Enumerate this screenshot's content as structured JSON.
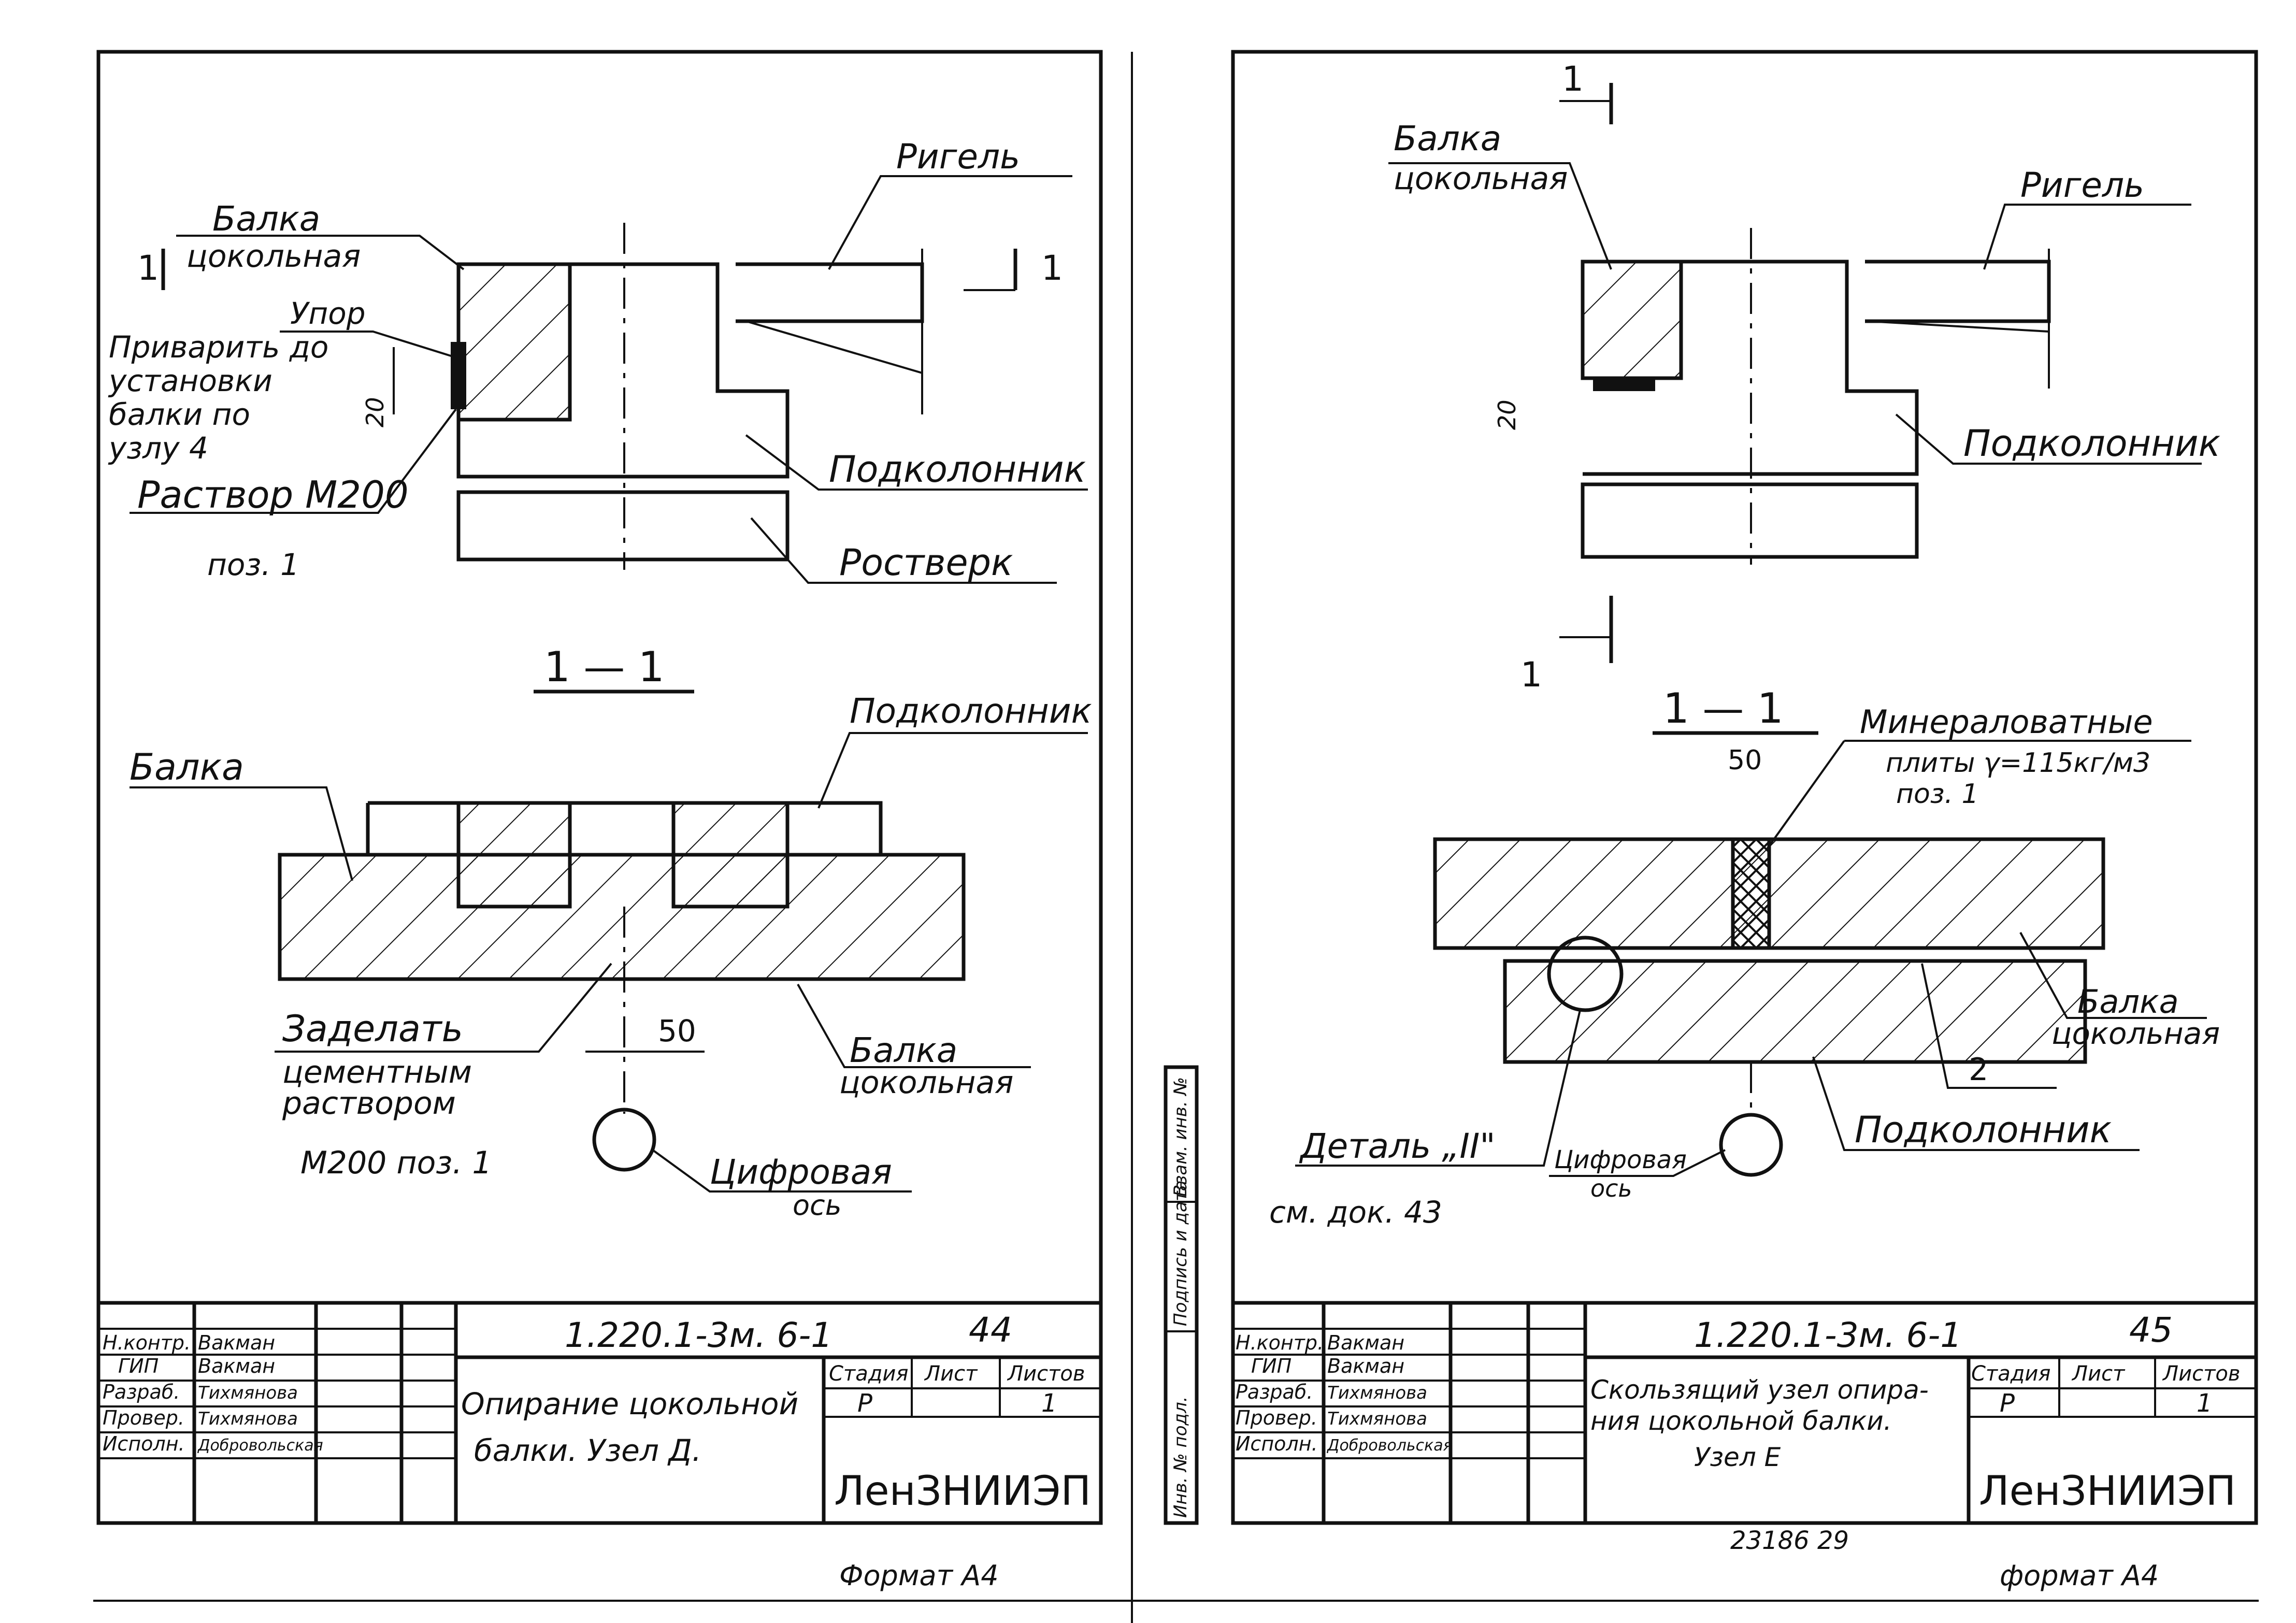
{
  "left": {
    "top_labels": {
      "balka_l1": "Балка",
      "balka_l2": "цокольная",
      "rigel": "Ригель",
      "upor": "Упор",
      "weld_l1": "Приварить до",
      "weld_l2": "установки",
      "weld_l3": "балки по",
      "weld_l4": "узлу 4",
      "dim_20": "20",
      "rastvor": "Раствор М200",
      "podkolonnik": "Подколонник",
      "rostverk": "Ростверк",
      "poz": "поз. 1",
      "cut_mark_1": "1",
      "cut_mark_2": "1"
    },
    "section": {
      "title": "1 — 1",
      "podkolonnik": "Подколонник",
      "balka": "Балка",
      "zadelat_l1": "Заделать",
      "zadelat_l2": "цементным",
      "zadelat_l3": "раствором",
      "m200_poz": "М200   поз. 1",
      "dim_50": "50",
      "balka2_l1": "Балка",
      "balka2_l2": "цокольная",
      "axis_l1": "Цифровая",
      "axis_l2": "ось"
    },
    "title_block": {
      "code": "1.220.1-3м. 6-1",
      "sheet_no": "44",
      "roles": [
        "Н.контр.",
        "ГИП",
        "Разраб.",
        "Провер.",
        "Исполн."
      ],
      "names": [
        "Вакман",
        "Вакман",
        "Тихмянова",
        "Тихмянова",
        "Добровольская"
      ],
      "desc_l1": "Опирание цокольной",
      "desc_l2": "балки. Узел Д.",
      "h_stage": "Стадия",
      "h_sheet": "Лист",
      "h_sheets": "Листов",
      "stage": "Р",
      "sheets": "1",
      "org": "ЛенЗНИИЭП",
      "format": "Формат А4"
    }
  },
  "right": {
    "top_labels": {
      "balka_l1": "Балка",
      "balka_l2": "цокольная",
      "rigel": "Ригель",
      "dim_20": "20",
      "podkolonnik": "Подколонник",
      "cut_mark_1": "1",
      "cut_mark_2": "1"
    },
    "section": {
      "title": "1 — 1",
      "mineral_l1": "Минераловатные",
      "mineral_l2": "плиты  γ=115кг/м3",
      "mineral_l3": "поз. 1",
      "dim_50": "50",
      "balka_l1": "Балка",
      "balka_l2": "цокольная",
      "label_2": "2",
      "detail": "Деталь „II\"",
      "axis_l1": "Цифровая",
      "axis_l2": "ось",
      "podkolonnik": "Подколонник",
      "ref_doc": "см. док. 43"
    },
    "side_stamp": [
      "Инв. № подл.",
      "Подпись и дата",
      "Взам. инв. №"
    ],
    "title_block": {
      "code": "1.220.1-3м.  6-1",
      "sheet_no": "45",
      "roles": [
        "Н.контр.",
        "ГИП",
        "Разраб.",
        "Провер.",
        "Исполн."
      ],
      "names": [
        "Вакман",
        "Вакман",
        "Тихмянова",
        "Тихмянова",
        "Добровольская"
      ],
      "desc_l1": "Скользящий узел опира-",
      "desc_l2": "ния цокольной балки.",
      "desc_l3": "Узел Е",
      "h_stage": "Стадия",
      "h_sheet": "Лист",
      "h_sheets": "Листов",
      "stage": "Р",
      "sheets": "1",
      "org": "ЛенЗНИИЭП",
      "archive_no": "23186   29",
      "format": "формат А4"
    }
  }
}
